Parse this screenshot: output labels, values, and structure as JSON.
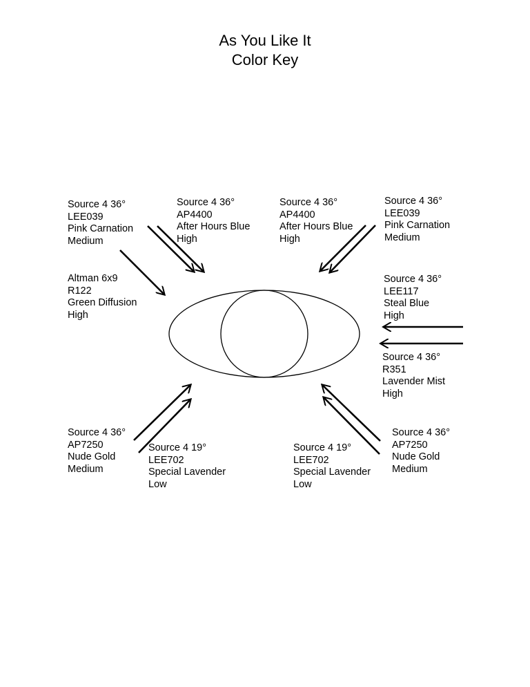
{
  "title": {
    "line1": "As You Like It",
    "line2": "Color Key"
  },
  "labels": {
    "top_left_1": [
      "Source 4 36°",
      "LEE039",
      "Pink Carnation",
      "Medium"
    ],
    "top_left_2": [
      "Source 4 36°",
      "AP4400",
      "After Hours Blue",
      "High"
    ],
    "top_right_2": [
      "Source 4 36°",
      "AP4400",
      "After Hours Blue",
      "High"
    ],
    "top_right_1": [
      "Source 4 36°",
      "LEE039",
      "Pink Carnation",
      "Medium"
    ],
    "left_mid": [
      "Altman 6x9",
      "R122",
      "Green Diffusion",
      "High"
    ],
    "right_mid_1": [
      "Source 4 36°",
      "LEE117",
      "Steal Blue",
      "High"
    ],
    "right_mid_2": [
      "Source 4 36°",
      "R351",
      "Lavender Mist",
      "High"
    ],
    "bottom_left_1": [
      "Source 4 36°",
      "AP7250",
      "Nude Gold",
      "Medium"
    ],
    "bottom_left_2": [
      "Source 4 19°",
      "LEE702",
      "Special Lavender",
      "Low"
    ],
    "bottom_right_2": [
      "Source 4 19°",
      "LEE702",
      "Special Lavender",
      "Low"
    ],
    "bottom_right_1": [
      "Source 4 36°",
      "AP7250",
      "Nude Gold",
      "Medium"
    ]
  },
  "colors": {
    "stroke": "#000000",
    "background": "#ffffff"
  }
}
